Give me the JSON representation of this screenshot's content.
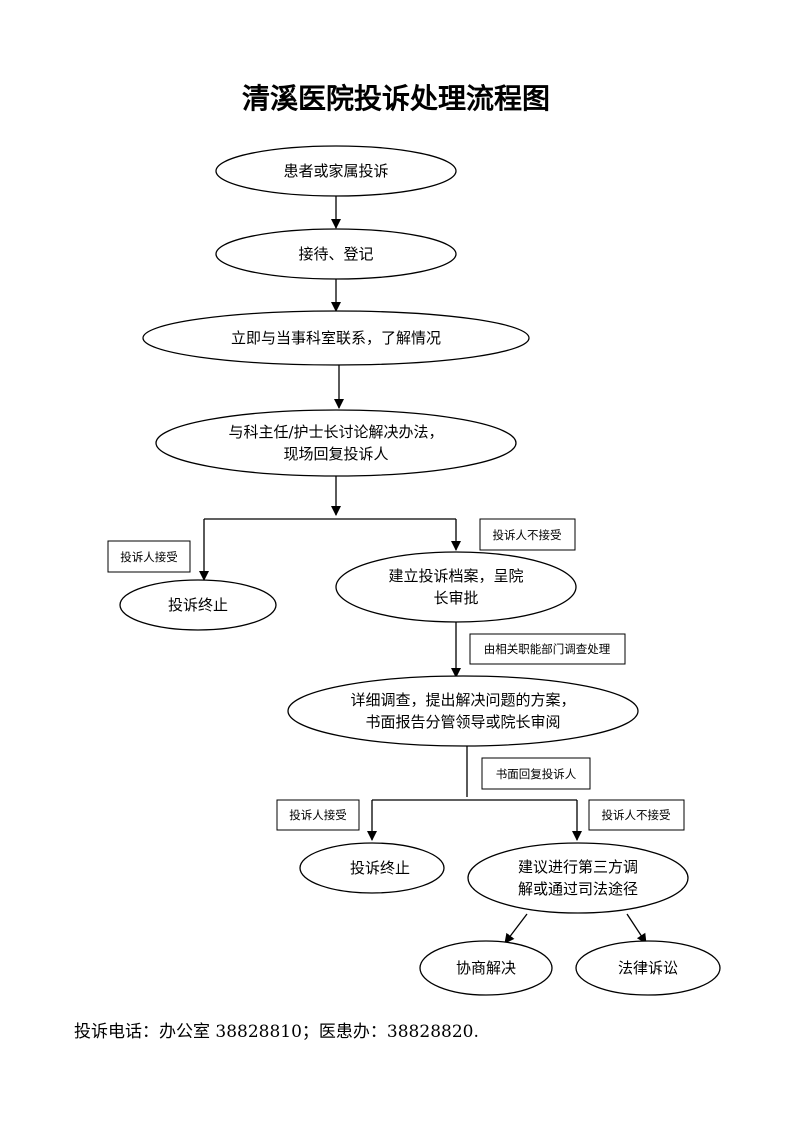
{
  "title": "清溪医院投诉处理流程图",
  "nodes": {
    "complaint": "患者或家属投诉",
    "reception": "接待、登记",
    "contact_dept": "立即与当事科室联系，了解情况",
    "discuss_line1": "与科主任/护士长讨论解决办法，",
    "discuss_line2": "现场回复投诉人",
    "end_1": "投诉终止",
    "archive_line1": "建立投诉档案，呈院",
    "archive_line2": "长审批",
    "investigate_line1": "详细调查，提出解决问题的方案，",
    "investigate_line2": "书面报告分管领导或院长审阅",
    "end_2": "投诉终止",
    "third_party_line1": "建议进行第三方调",
    "third_party_line2": "解或通过司法途径",
    "negotiation": "协商解决",
    "litigation": "法律诉讼"
  },
  "labels": {
    "accept_1": "投诉人接受",
    "reject_1": "投诉人不接受",
    "dept_investigate": "由相关职能部门调查处理",
    "written_reply": "书面回复投诉人",
    "accept_2": "投诉人接受",
    "reject_2": "投诉人不接受"
  },
  "footer": "投诉电话：办公室 38828810；医患办：38828820."
}
